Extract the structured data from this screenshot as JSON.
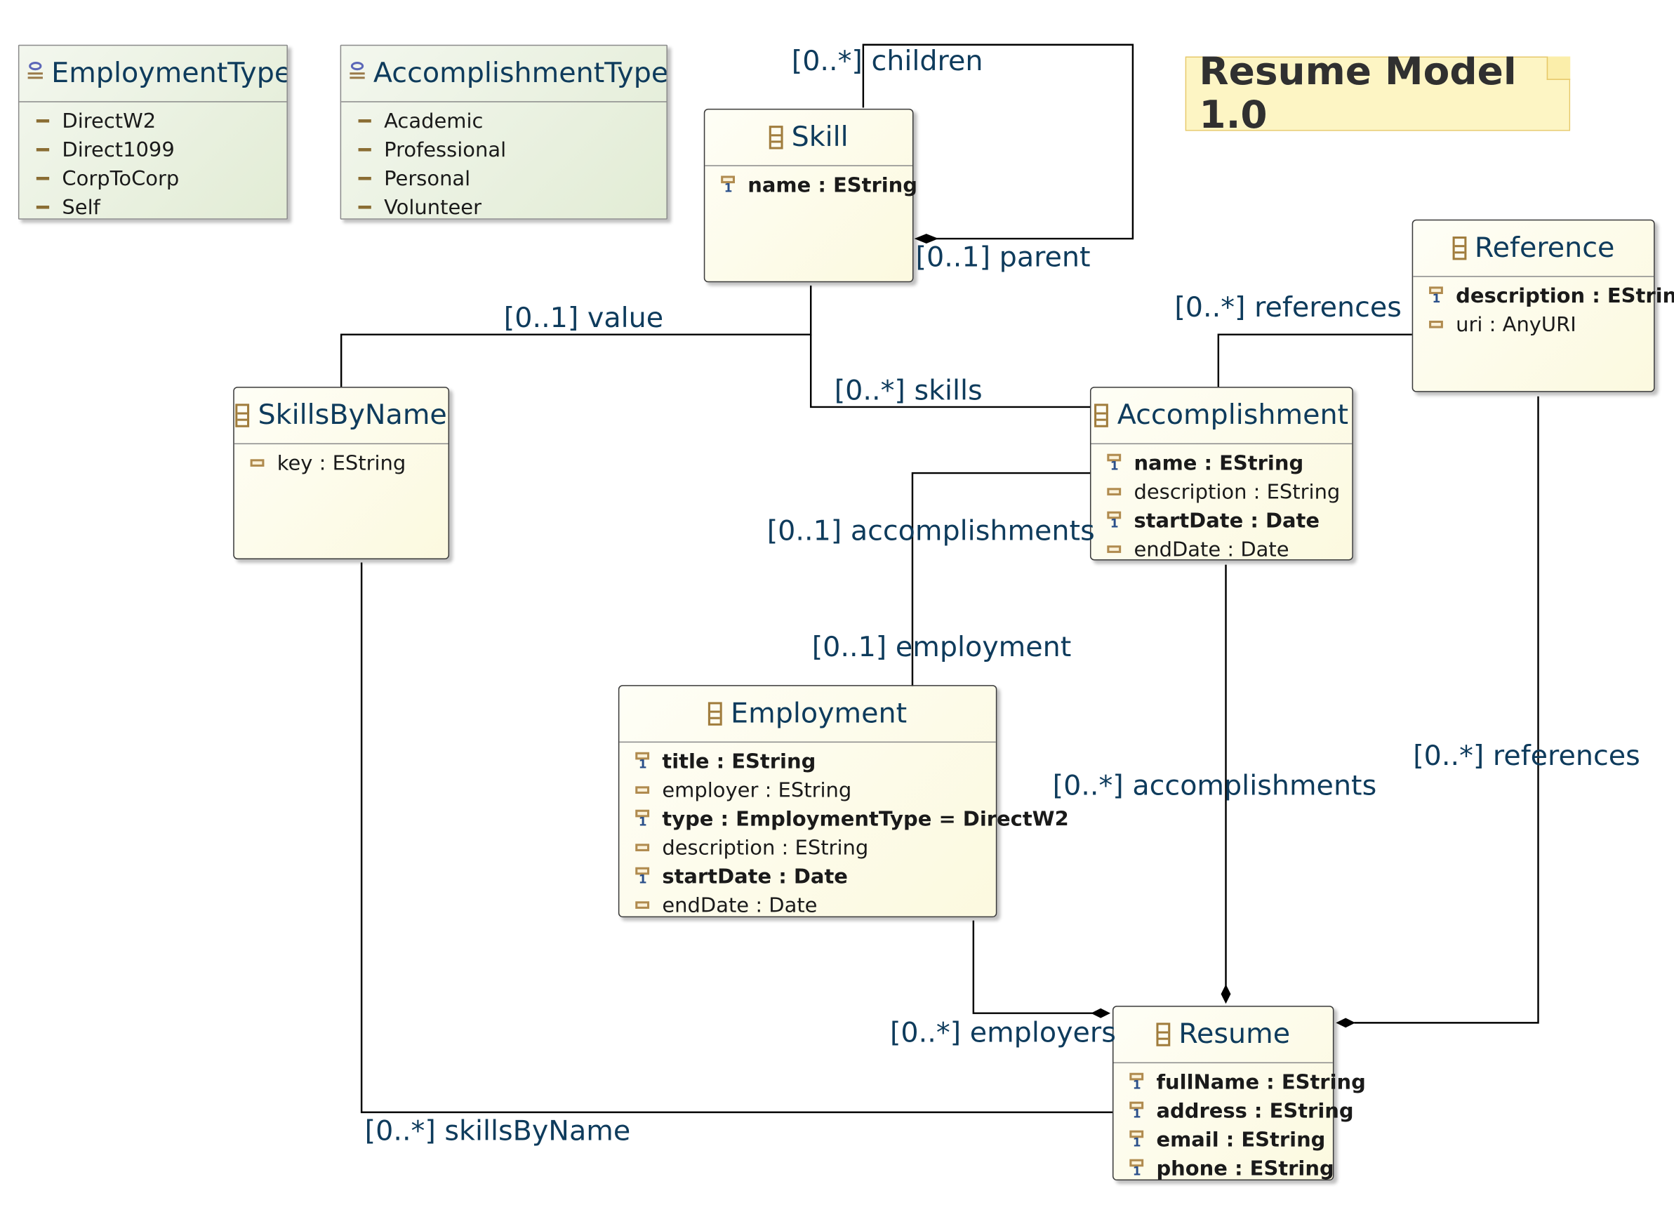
{
  "diagram": {
    "title": "Resume Model 1.0",
    "enums": [
      {
        "name": "EmploymentType",
        "literals": [
          "DirectW2",
          "Direct1099",
          "CorpToCorp",
          "Self"
        ]
      },
      {
        "name": "AccomplishmentType",
        "literals": [
          "Academic",
          "Professional",
          "Personal",
          "Volunteer"
        ]
      }
    ],
    "classes": [
      {
        "name": "Skill",
        "attributes": [
          {
            "text": "name : EString",
            "required": true
          }
        ]
      },
      {
        "name": "Reference",
        "attributes": [
          {
            "text": "description : EString",
            "required": true
          },
          {
            "text": "uri : AnyURI",
            "required": false
          }
        ]
      },
      {
        "name": "SkillsByName",
        "attributes": [
          {
            "text": "key : EString",
            "required": false
          }
        ]
      },
      {
        "name": "Accomplishment",
        "attributes": [
          {
            "text": "name : EString",
            "required": true
          },
          {
            "text": "description : EString",
            "required": false
          },
          {
            "text": "startDate : Date",
            "required": true
          },
          {
            "text": "endDate : Date",
            "required": false
          }
        ]
      },
      {
        "name": "Employment",
        "attributes": [
          {
            "text": "title : EString",
            "required": true
          },
          {
            "text": "employer : EString",
            "required": false
          },
          {
            "text": "type : EmploymentType = DirectW2",
            "required": true
          },
          {
            "text": "description : EString",
            "required": false
          },
          {
            "text": "startDate : Date",
            "required": true
          },
          {
            "text": "endDate : Date",
            "required": false
          }
        ]
      },
      {
        "name": "Resume",
        "attributes": [
          {
            "text": "fullName : EString",
            "required": true
          },
          {
            "text": "address : EString",
            "required": true
          },
          {
            "text": "email : EString",
            "required": true
          },
          {
            "text": "phone : EString",
            "required": true
          }
        ]
      }
    ],
    "edge_labels": {
      "children": "[0..*] children",
      "parent": "[0..1] parent",
      "value": "[0..1] value",
      "skills": "[0..*] skills",
      "references_acc": "[0..*] references",
      "accomplishments_emp": "[0..1] accomplishments",
      "employment": "[0..1] employment",
      "accomplishments_res": "[0..*] accomplishments",
      "references_res": "[0..*] references",
      "employers": "[0..*] employers",
      "skills_by_name": "[0..*] skillsByName"
    },
    "colors": {
      "class_fill": "#fcf9df",
      "enum_fill": "#e2ecd5",
      "note_fill": "#fdf5c4",
      "label_text": "#0e3b5c",
      "edge_stroke": "#000000"
    }
  }
}
